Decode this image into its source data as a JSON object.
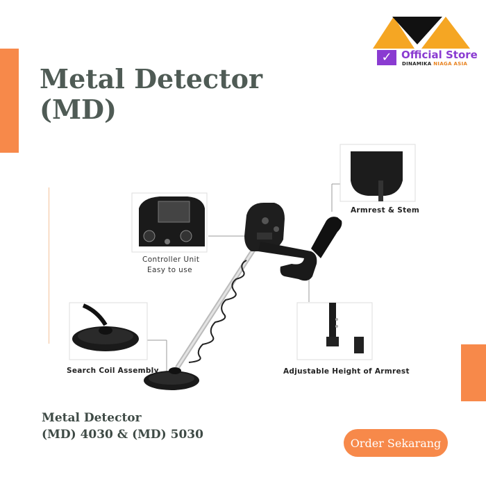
{
  "page": {
    "title_line1": "Metal Detector",
    "title_line2": "(MD)"
  },
  "brand": {
    "name": "Official Store",
    "company_part1": "DINAMIKA",
    "company_part2": "NIAGA ASIA",
    "check_icon": "✓"
  },
  "figure": {
    "label_armrest_stem": "Armrest & Stem",
    "label_controller": "Controller Unit",
    "label_controller_sub": "Easy to use",
    "label_search_coil": "Search Coil Assembly",
    "label_adjustable": "Adjustable Height of Armrest"
  },
  "product": {
    "line1": "Metal Detector",
    "line2": "(MD) 4030 & (MD) 5030"
  },
  "cta": {
    "order_label": "Order Sekarang"
  },
  "colors": {
    "accent": "#f7894a",
    "brand_purple": "#8a3bd1",
    "brand_orange": "#f5a623",
    "title_text": "#4f5b55"
  }
}
